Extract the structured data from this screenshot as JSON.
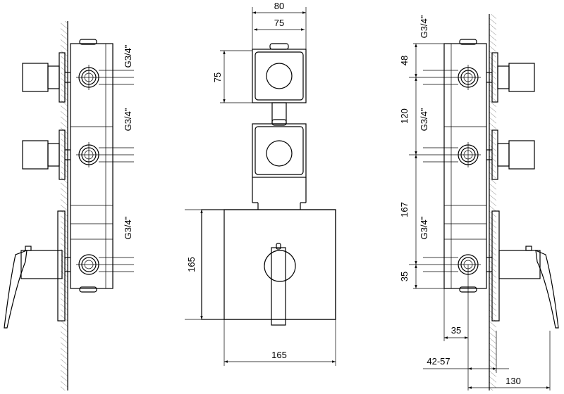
{
  "views": {
    "left": {
      "thread_labels": [
        "G3/4\"",
        "G3/4\"",
        "G3/4\""
      ]
    },
    "front": {
      "dims": {
        "overall_width": "80",
        "module_width": "75",
        "module_height": "75",
        "plate_height": "165",
        "plate_width": "165"
      }
    },
    "right": {
      "thread_labels": [
        "G3/4\"",
        "G3/4\"",
        "G3/4\""
      ],
      "dims": {
        "top_offset": "48",
        "spacing_upper": "120",
        "spacing_lower": "167",
        "bottom_offset": "35",
        "outlet_offset": "35",
        "install_depth": "42-57",
        "total_depth": "130"
      }
    }
  }
}
